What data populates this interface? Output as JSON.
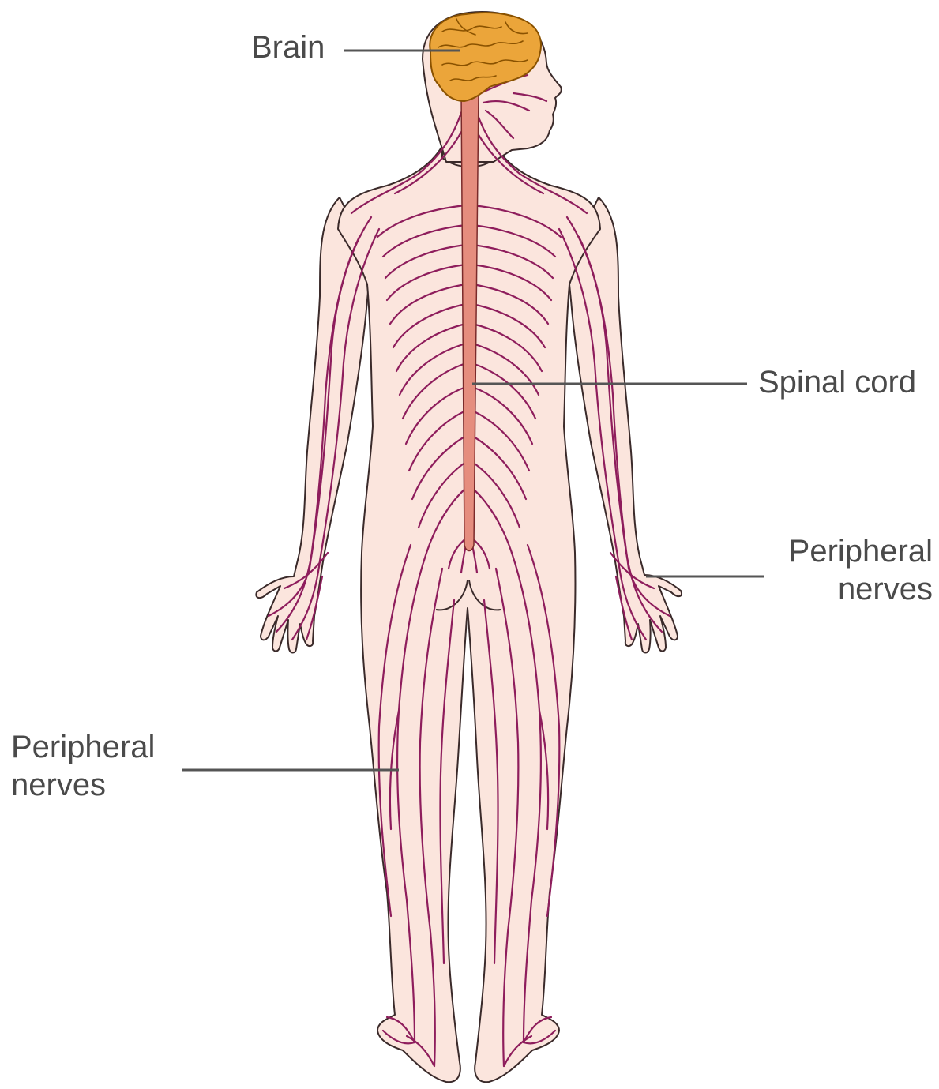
{
  "labels": {
    "brain": "Brain",
    "spinal_cord": "Spinal cord",
    "peripheral_right_line1": "Peripheral",
    "peripheral_right_line2": "nerves",
    "peripheral_left_line1": "Peripheral",
    "peripheral_left_line2": "nerves"
  },
  "colors": {
    "skin": "#fbe5dd",
    "nerves": "#8e1d5c",
    "spinal_cord": "#e58d7e",
    "brain": "#eba53a",
    "label_text": "#4a4a4a"
  }
}
